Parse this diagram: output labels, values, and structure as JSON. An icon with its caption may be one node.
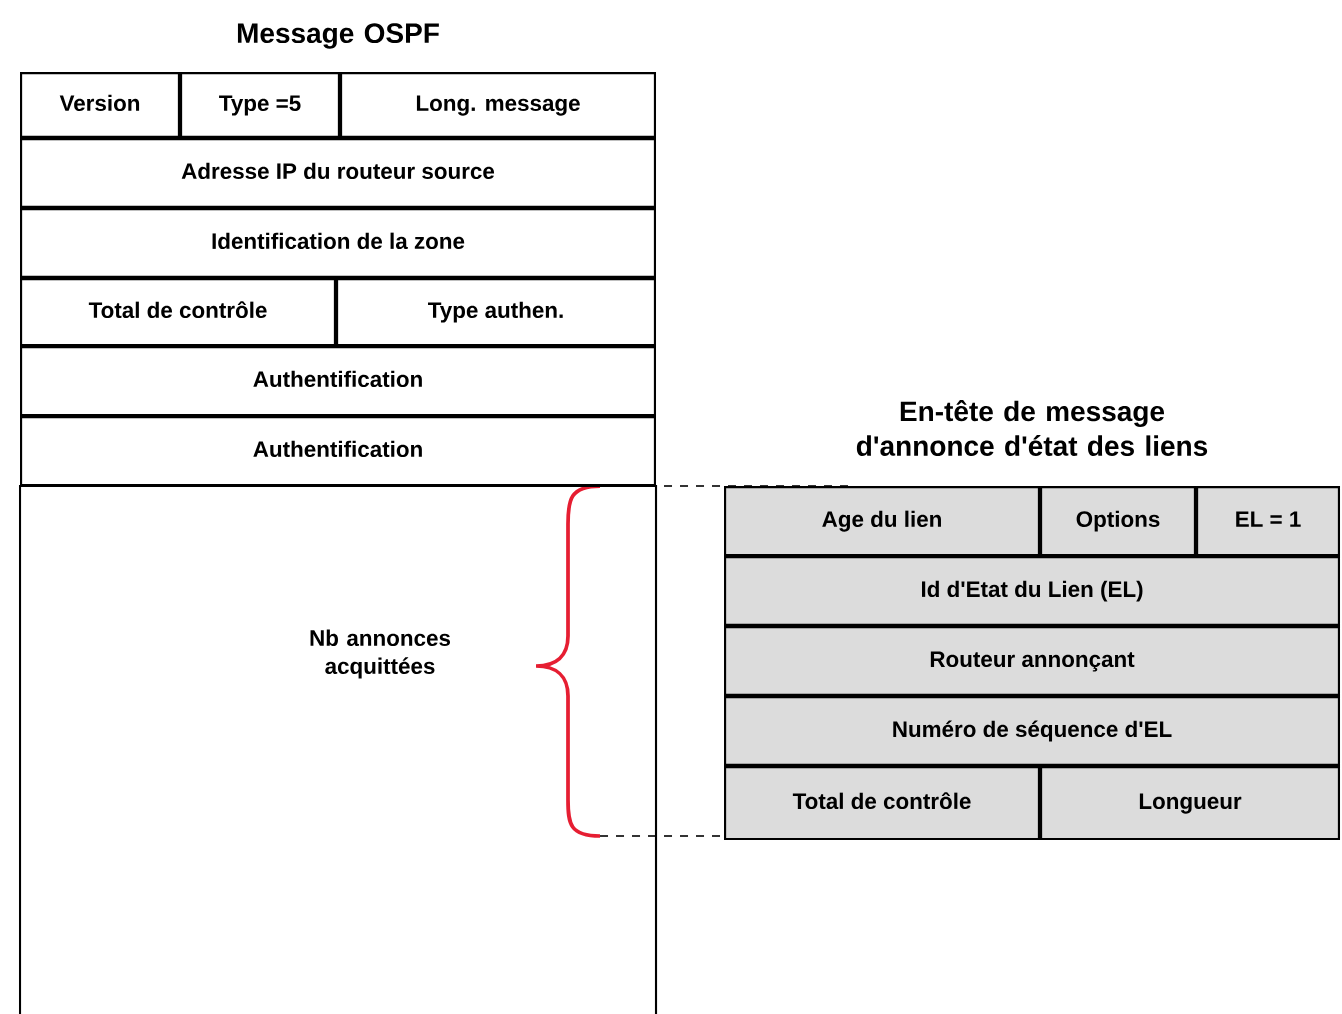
{
  "diagram": {
    "nodes": [
      {
        "text": [
          "Version"
        ]
      },
      {
        "text": [
          "Type =5"
        ]
      },
      {
        "text": [
          "Long. message"
        ]
      },
      {
        "text": [
          "Adresse IP du routeur source"
        ]
      },
      {
        "text": [
          "Identification de la zone"
        ]
      },
      {
        "text": [
          "Total de contrôle"
        ]
      },
      {
        "text": [
          "Type authen."
        ]
      },
      {
        "text": [
          "Authentification"
        ]
      },
      {
        "text": [
          "Authentification"
        ]
      },
      {
        "text": [
          "Nb annonces acquittées"
        ]
      },
      {
        "text": [
          "Age du lien"
        ]
      },
      {
        "text": [
          "Options"
        ]
      },
      {
        "text": [
          "EL = 1"
        ]
      },
      {
        "text": [
          "Id d'Etat du Lien (EL)"
        ]
      },
      {
        "text": [
          "Routeur annonçant"
        ]
      },
      {
        "text": [
          "Numéro de séquence d'EL"
        ]
      },
      {
        "text": [
          "Total de contrôle"
        ]
      },
      {
        "text": [
          "Longueur"
        ]
      }
    ],
    "labels": [
      "Message OSPF",
      "En-tête de message d'annonce d'état des liens"
    ]
  }
}
